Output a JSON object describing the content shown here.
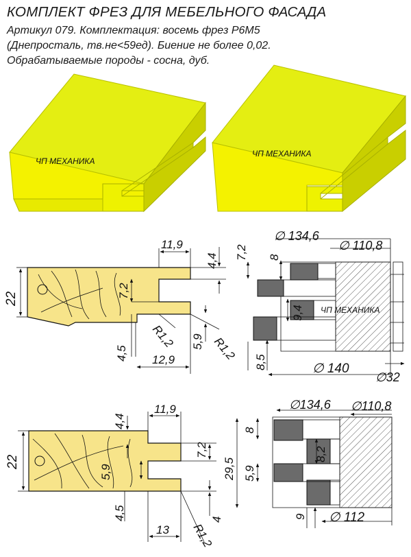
{
  "header": {
    "title": "КОМПЛЕКТ ФРЕЗ ДЛЯ МЕБЕЛЬНОГО ФАСАДА",
    "line1": "Артикул 079. Комплектация: восемь фрез Р6М5",
    "line2": "(Днепросталь, тв.не<59ед). Биение не более 0,02.",
    "line3": "Обрабатываемые породы - сосна, дуб."
  },
  "watermark": "ЧП МЕХАНИКА",
  "colors": {
    "yellow_face": "#f2f200",
    "yellow_top": "#e0ec10",
    "yellow_side": "#c8cc00",
    "profile_fill": "#f7e48a",
    "cutter_dark": "#6b6b6b"
  },
  "top_drawing": {
    "dims": {
      "d11_9": "11,9",
      "d4_4": "4,4",
      "d7_2v": "7,2",
      "d7_2": "7,2",
      "d22": "22",
      "d4_5": "4,5",
      "d12_9": "12,9",
      "d5_9": "5,9",
      "r1_2a": "R1,2",
      "r1_2b": "R1,2",
      "phi134": "∅ 134,6",
      "phi110": "∅ 110,8",
      "d8": "8",
      "d9_4": "9,4",
      "d8_5": "8,5",
      "phi140": "∅ 140",
      "phi32": "∅32"
    }
  },
  "bottom_drawing": {
    "dims": {
      "d4_4": "4,4",
      "d11_9": "11,9",
      "d7_2": "7,2",
      "d22": "22",
      "d5_9a": "5,9",
      "d29_5": "29,5",
      "d5_9b": "5,9",
      "d4_5": "4,5",
      "d4": "4",
      "d13": "13",
      "r1_2": "R1,2",
      "phi134": "∅134,6",
      "phi110": "∅110,8",
      "d8": "8",
      "d8_2": "8,2",
      "d9": "9",
      "phi112": "∅ 112"
    }
  }
}
